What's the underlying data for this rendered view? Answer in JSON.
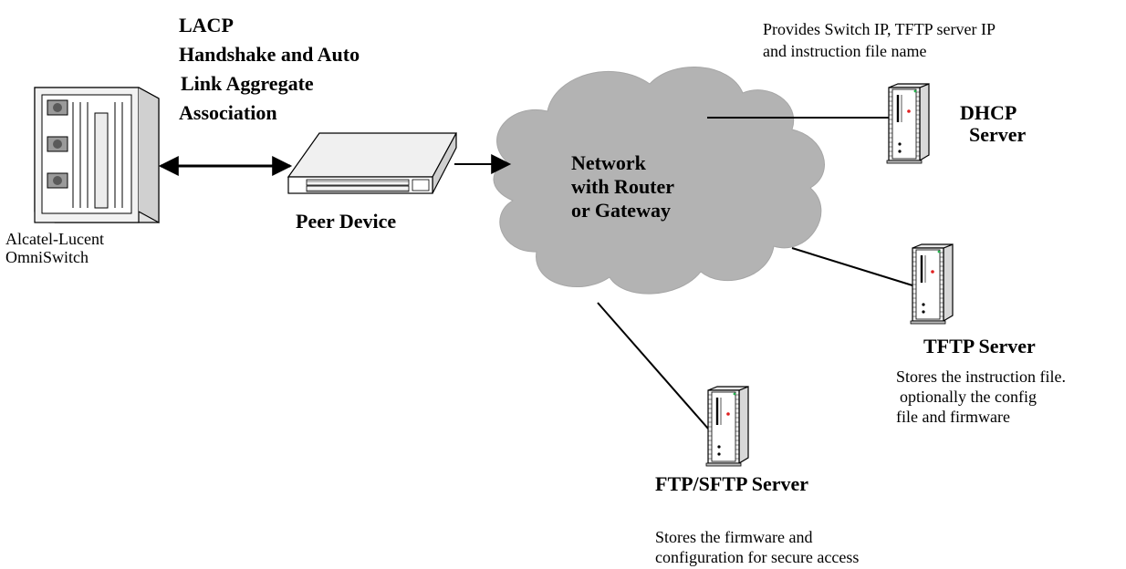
{
  "lacp_label": [
    "LACP",
    "Handshake and Auto",
    "Link Aggregate",
    "Association"
  ],
  "dhcp_note": [
    "Provides Switch IP, TFTP server IP",
    "and instruction file name"
  ],
  "omniswitch_label": [
    "Alcatel-Lucent",
    "OmniSwitch"
  ],
  "peer_device_label": "Peer Device",
  "network_label": [
    "Network",
    "with Router",
    "or Gateway"
  ],
  "dhcp_server_label": [
    "DHCP",
    "Server"
  ],
  "tftp_server_label": "TFTP Server",
  "tftp_note": [
    "Stores the instruction file.",
    "optionally the config",
    "file and firmware"
  ],
  "ftp_server_label": "FTP/SFTP Server",
  "ftp_note": [
    "Stores the firmware and",
    "configuration for secure access"
  ],
  "colors": {
    "cloud": "#b3b3b3",
    "line": "#000000",
    "led_green": "#22b14c",
    "led_red": "#e02020"
  }
}
